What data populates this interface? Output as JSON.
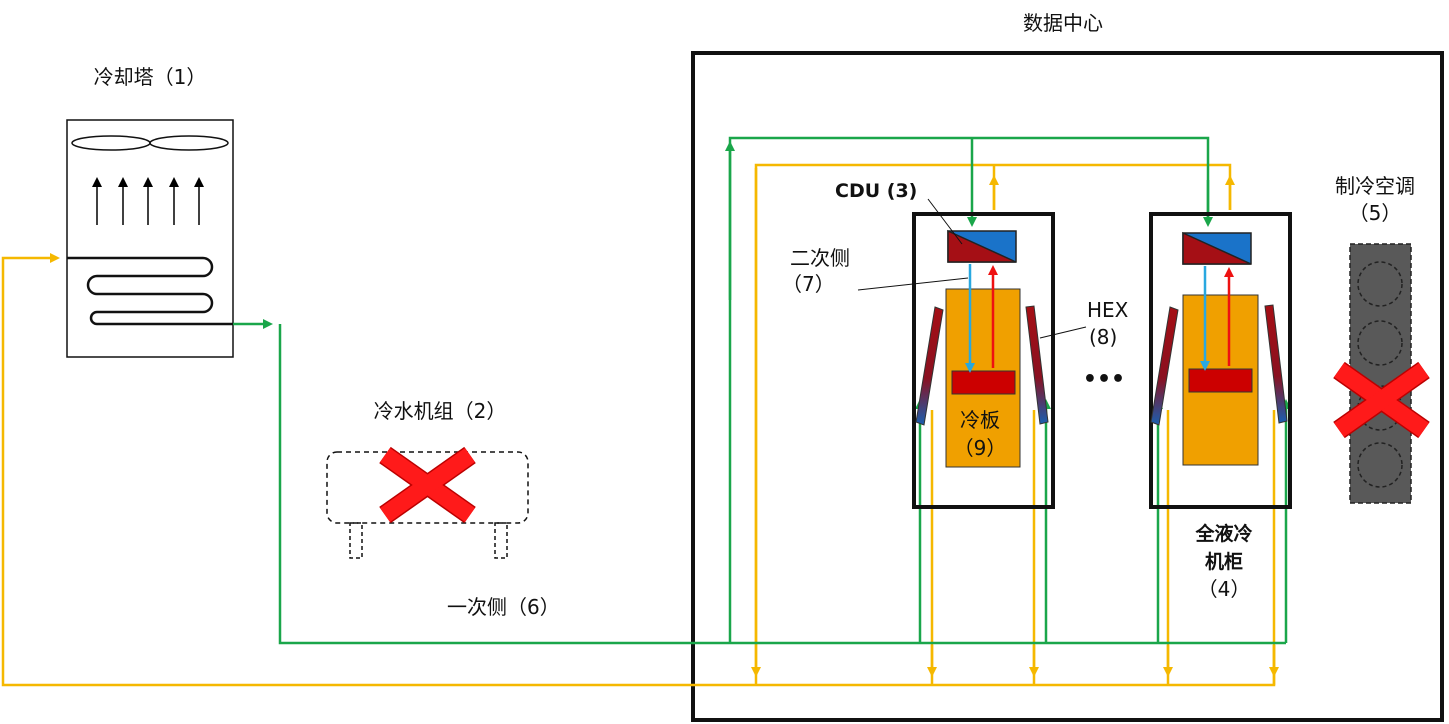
{
  "labels": {
    "data_center": "数据中心",
    "cooling_tower": "冷却塔（1）",
    "chiller": "冷水机组（2）",
    "cdu": "CDU (3)",
    "secondary_side_line1": "二次侧",
    "secondary_side_line2": "（7）",
    "hex_line1": "HEX",
    "hex_line2": "(8)",
    "cold_plate_line1": "冷板",
    "cold_plate_line2": "（9）",
    "ellipsis": "•••",
    "cooling_ac_line1": "制冷空调",
    "cooling_ac_line2": "（5）",
    "liquid_cabinet_line1": "全液冷",
    "liquid_cabinet_line2": "机柜",
    "liquid_cabinet_line3": "（4）",
    "primary_side": "一次侧（6）"
  },
  "colors": {
    "supply_line": "#1aa64a",
    "return_line": "#f5b800",
    "cdu_blue": "#1a73c9",
    "cdu_red": "#a50f15",
    "cold_plate_fill": "#f0a000",
    "chip_red": "#cc0000",
    "secondary_cold": "#29a8e0",
    "secondary_hot": "#ee1111",
    "disabled_x": "#ff1a1a",
    "ac_gray": "#595959"
  }
}
